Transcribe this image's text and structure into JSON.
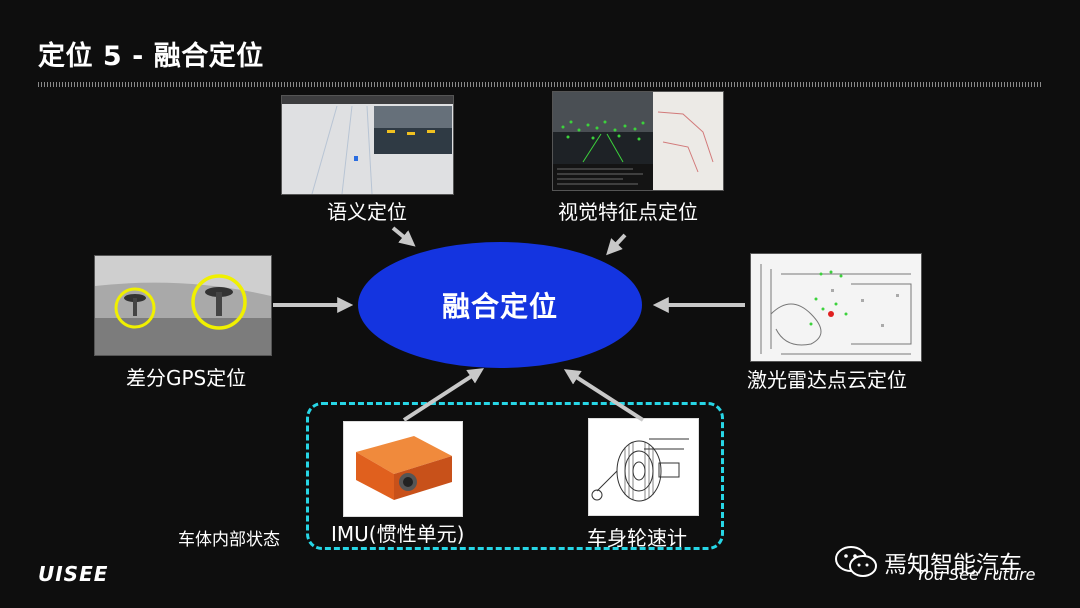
{
  "title": "定位 5 - 融合定位",
  "center": {
    "label": "融合定位"
  },
  "sources": {
    "semantic": {
      "label": "语义定位"
    },
    "visual": {
      "label": "视觉特征点定位"
    },
    "gps": {
      "label": "差分GPS定位"
    },
    "lidar": {
      "label": "激光雷达点云定位"
    },
    "imu": {
      "label": "IMU(惯性单元)"
    },
    "wheel": {
      "label": "车身轮速计"
    }
  },
  "group_label": "车体内部状态",
  "logo": "UISEE",
  "watermark": {
    "text": "焉知智能汽车",
    "subtext": "You See Future"
  },
  "colors": {
    "background": "#0e0e0e",
    "ellipse": "#1434e0",
    "dashed_box": "#27d6e6",
    "arrow": "#c8c8c8"
  }
}
